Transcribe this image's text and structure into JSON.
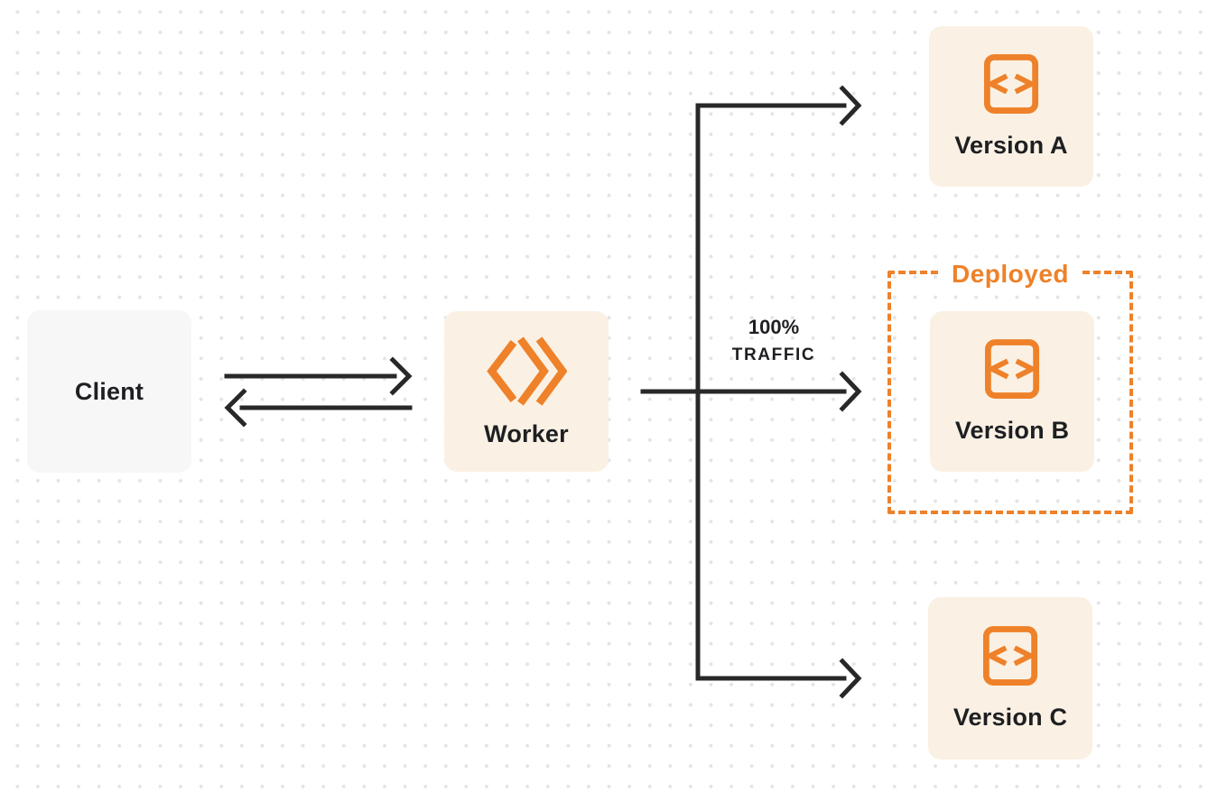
{
  "colors": {
    "accent": "#EE8129",
    "arrow": "#28282B",
    "cream": "#FAF1E4",
    "gray": "#F7F7F8",
    "text": "#1E1F22",
    "dot": "#E4E4E6"
  },
  "nodes": {
    "client": {
      "label": "Client"
    },
    "worker": {
      "label": "Worker"
    },
    "version_a": {
      "label": "Version A"
    },
    "version_b": {
      "label": "Version B"
    },
    "version_c": {
      "label": "Version C"
    }
  },
  "annotations": {
    "deployed": "Deployed",
    "traffic_pct": "100%",
    "traffic_word": "TRAFFIC"
  }
}
